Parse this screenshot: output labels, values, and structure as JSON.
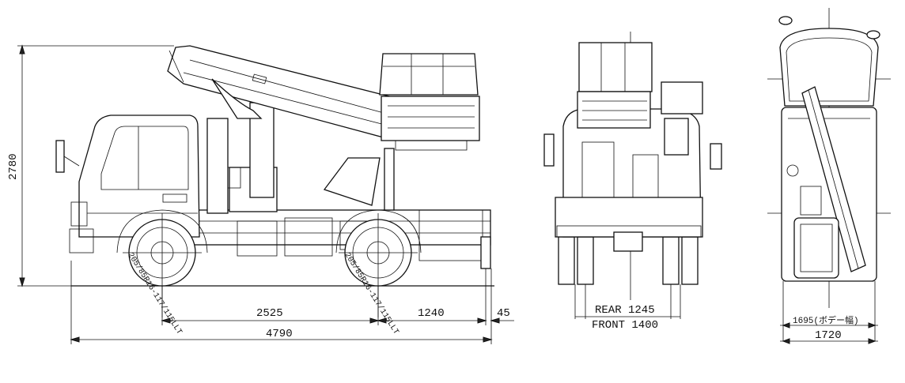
{
  "views": {
    "side": {
      "height_label": "2780",
      "wheelbase_label": "2525",
      "rear_overhang_label": "1240",
      "rear_extra_label": "45",
      "overall_length_label": "4790",
      "front_tire_label": "205/85R16-117/115LLT",
      "rear_tire_label": "205/85R16-117/115LLT"
    },
    "rear": {
      "rear_tread_label": "REAR  1245",
      "front_tread_label": "FRONT  1400"
    },
    "top": {
      "body_width_label": "1695(ボデー幅)",
      "overall_width_label": "1720"
    }
  },
  "colors": {
    "line": "#111111",
    "background": "#ffffff"
  }
}
